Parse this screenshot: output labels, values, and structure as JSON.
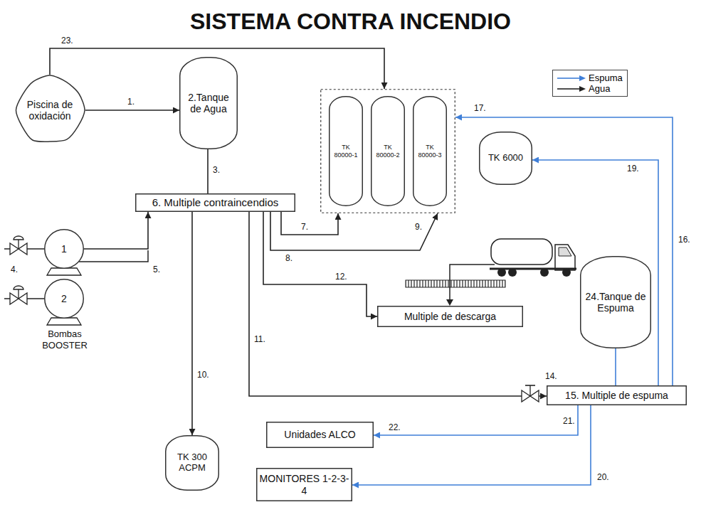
{
  "diagram": {
    "title": "SISTEMA CONTRA INCENDIO",
    "nodes": [
      {
        "text": [
          "Piscina de oxidación"
        ]
      },
      {
        "text": [
          "2.Tanque de Agua"
        ]
      },
      {
        "text": []
      },
      {
        "text": [
          "TK 80000-1"
        ],
        "in": 2
      },
      {
        "text": [
          "TK 80000-2"
        ],
        "in": 2
      },
      {
        "text": [
          "TK 80000-3"
        ],
        "in": 2
      },
      {
        "text": [
          "TK 6000"
        ]
      },
      {
        "text": [
          "6. Multiple contraincendios"
        ]
      },
      {
        "text": [
          "1"
        ]
      },
      {
        "text": [
          "2"
        ]
      },
      {
        "text": [
          "Multiple de descarga"
        ]
      },
      {
        "text": [
          "TK 300 ACPM"
        ]
      },
      {
        "text": [
          "24.Tanque de Espuma"
        ]
      },
      {
        "text": [
          "15. Multiple de espuma"
        ]
      },
      {
        "text": [
          "Unidades ALCO"
        ]
      },
      {
        "text": [
          "MONITORES 1-2-3-4"
        ]
      }
    ],
    "edges": [
      {
        "from": 0,
        "to": 1,
        "label": "1.",
        "arrow": "to"
      },
      {
        "from": 0,
        "to": 2,
        "label": "23.",
        "arrow": "to"
      },
      {
        "from": 1,
        "to": 7,
        "label": "3.",
        "arrow": "none"
      },
      {
        "from": 8,
        "to": 7,
        "label": "5.",
        "arrow": "to"
      },
      {
        "from": 7,
        "to": 2,
        "label": "7.",
        "arrow": "to"
      },
      {
        "from": 7,
        "to": 2,
        "label": "8.",
        "arrow": "to"
      },
      {
        "from": 7,
        "to": 10,
        "label": "12.",
        "arrow": "to"
      },
      {
        "from": 7,
        "to": 11,
        "label": "10.",
        "arrow": "to"
      },
      {
        "from": 7,
        "to": 13,
        "label": "11.",
        "arrow": "to"
      },
      {
        "from": 12,
        "to": 13,
        "arrow": "none"
      },
      {
        "from": 13,
        "to": 2,
        "label": "17.",
        "arrow": "to"
      },
      {
        "from": 13,
        "to": 6,
        "label": "19.",
        "arrow": "to"
      },
      {
        "from": 13,
        "to": 14,
        "label": "22.",
        "arrow": "to"
      },
      {
        "from": 13,
        "to": 15,
        "label": "20.",
        "arrow": "to"
      }
    ],
    "labels": [
      "4.",
      "Bombas BOOSTER",
      "9.",
      "14.",
      "16.",
      "21."
    ],
    "legend": [
      {
        "text": "Espuma"
      },
      {
        "text": "Agua"
      }
    ]
  }
}
